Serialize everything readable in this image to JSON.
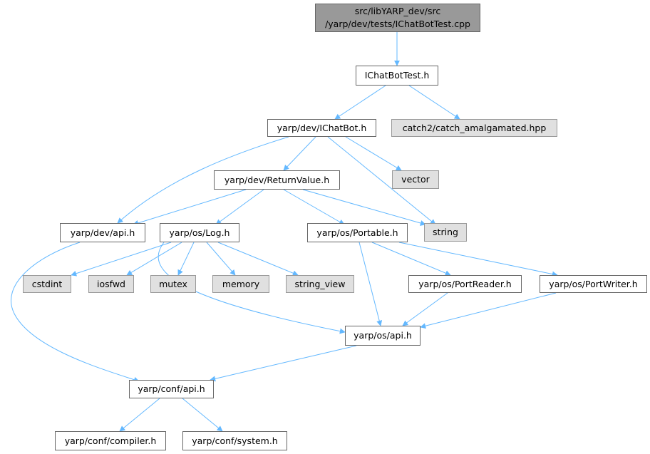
{
  "diagram": {
    "root": {
      "line1": "src/libYARP_dev/src",
      "line2": "/yarp/dev/tests/IChatBotTest.cpp"
    },
    "nodes": {
      "ichatbottest_h": "IChatBotTest.h",
      "catch2": "catch2/catch_amalgamated.hpp",
      "ichatbot_h": "yarp/dev/IChatBot.h",
      "vector": "vector",
      "returnvalue_h": "yarp/dev/ReturnValue.h",
      "dev_api_h": "yarp/dev/api.h",
      "log_h": "yarp/os/Log.h",
      "portable_h": "yarp/os/Portable.h",
      "string": "string",
      "cstdint": "cstdint",
      "iosfwd": "iosfwd",
      "mutex": "mutex",
      "memory": "memory",
      "string_view": "string_view",
      "portreader_h": "yarp/os/PortReader.h",
      "portwriter_h": "yarp/os/PortWriter.h",
      "os_api_h": "yarp/os/api.h",
      "conf_api_h": "yarp/conf/api.h",
      "compiler_h": "yarp/conf/compiler.h",
      "system_h": "yarp/conf/system.h"
    },
    "colors": {
      "edge": "#63b8ff",
      "root_fill": "#999999",
      "system_fill": "#e0e0e0"
    }
  }
}
